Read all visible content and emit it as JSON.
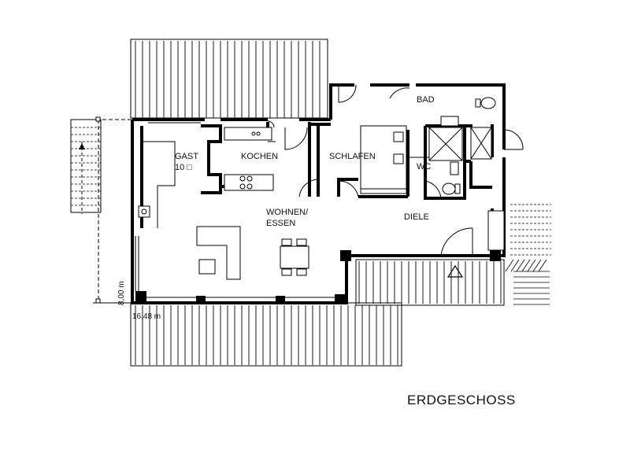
{
  "rooms": {
    "gast": "GAST",
    "gast_area": "10",
    "kochen": "KOCHEN",
    "schlafen": "SCHLAFEN",
    "bad": "BAD",
    "wc": "WC",
    "wohnen_line1": "WOHNEN/",
    "wohnen_line2": "ESSEN",
    "diele": "DIELE"
  },
  "dimensions": {
    "depth": "8,00 m",
    "width": "16,48 m"
  },
  "title": "ERDGESCHOSS",
  "glyphs": {
    "area_box": "□"
  }
}
